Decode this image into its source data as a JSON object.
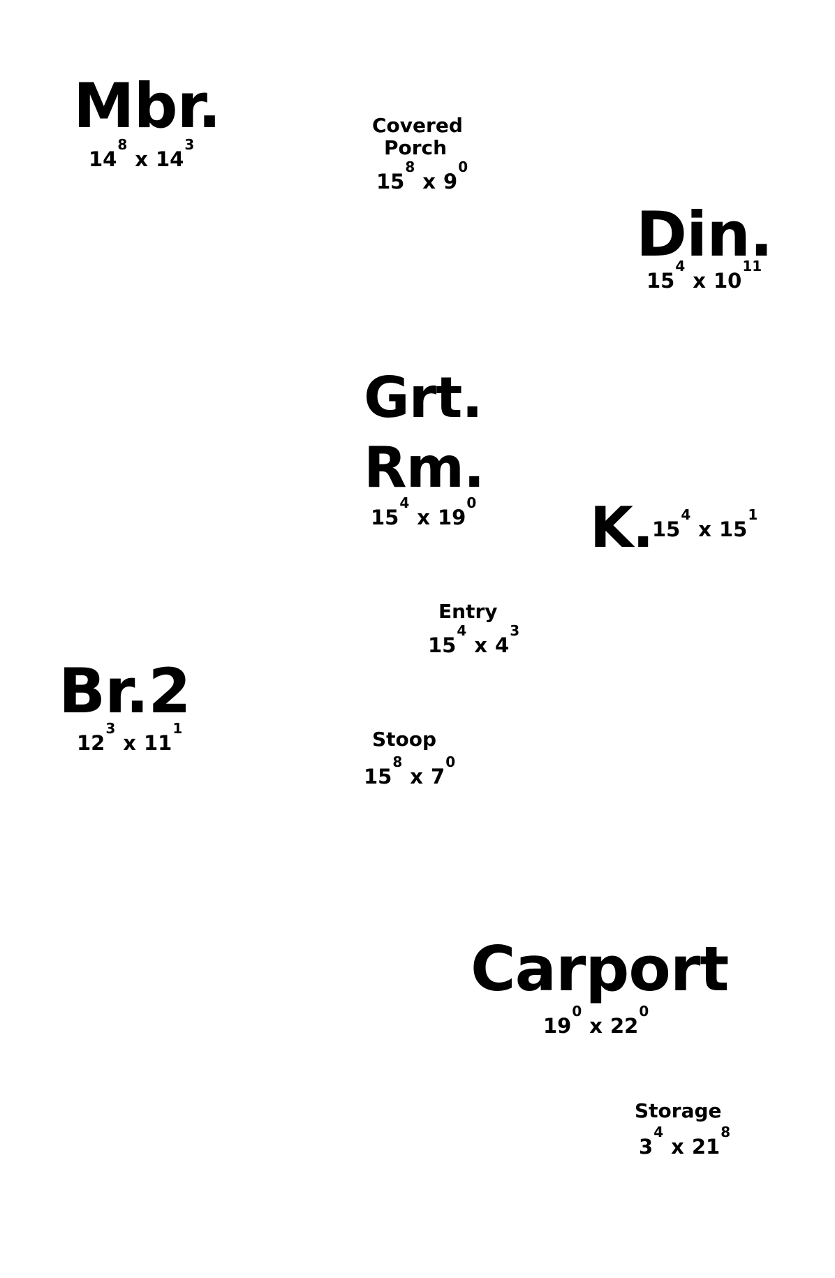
{
  "rooms": {
    "mbr": {
      "name": "Mbr.",
      "w": "14",
      "w_in": "8",
      "x": "x",
      "d": "14",
      "d_in": "3"
    },
    "covered_porch": {
      "name_line1": "Covered",
      "name_line2": "Porch",
      "w": "15",
      "w_in": "8",
      "x": "x",
      "d": "9",
      "d_in": "0"
    },
    "din": {
      "name": "Din.",
      "w": "15",
      "w_in": "4",
      "x": "x",
      "d": "10",
      "d_in": "11"
    },
    "grt_rm": {
      "name_line1": "Grt.",
      "name_line2": "Rm.",
      "w": "15",
      "w_in": "4",
      "x": "x",
      "d": "19",
      "d_in": "0"
    },
    "kitchen": {
      "name": "K.",
      "w": "15",
      "w_in": "4",
      "x": "x",
      "d": "15",
      "d_in": "1"
    },
    "entry": {
      "name": "Entry",
      "w": "15",
      "w_in": "4",
      "x": "x",
      "d": "4",
      "d_in": "3"
    },
    "br2": {
      "name": "Br.2",
      "w": "12",
      "w_in": "3",
      "x": "x",
      "d": "11",
      "d_in": "1"
    },
    "stoop": {
      "name": "Stoop",
      "w": "15",
      "w_in": "8",
      "x": "x",
      "d": "7",
      "d_in": "0"
    },
    "carport": {
      "name": "Carport",
      "w": "19",
      "w_in": "0",
      "x": "x",
      "d": "22",
      "d_in": "0"
    },
    "storage": {
      "name": "Storage",
      "w": "3",
      "w_in": "4",
      "x": "x",
      "d": "21",
      "d_in": "8"
    }
  }
}
